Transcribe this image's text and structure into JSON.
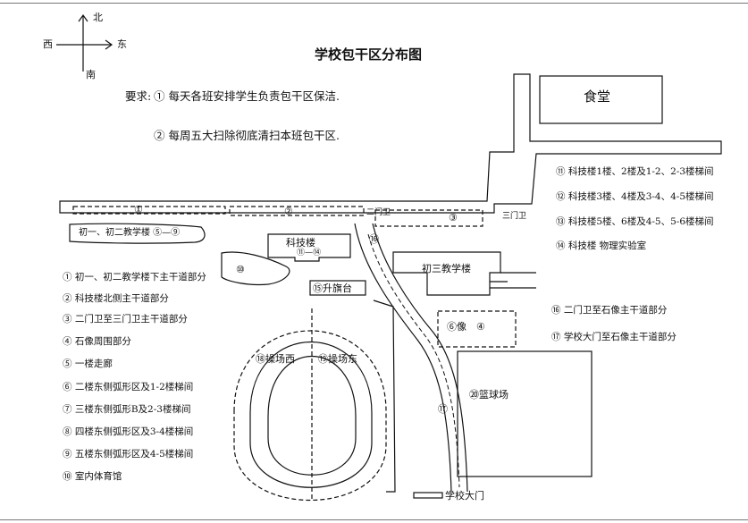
{
  "title": "学校包干区分布图",
  "compass": {
    "north": "北",
    "south": "南",
    "east": "东",
    "west": "西"
  },
  "requirements": {
    "prefix": "要求:",
    "item1": "① 每天各班安排学生负责包干区保洁.",
    "item2": "② 每周五大扫除彻底清扫本班包干区."
  },
  "legend_left": [
    "① 初一、初二教学楼下主干道部分",
    "② 科技楼北侧主干道部分",
    "③ 二门卫至三门卫主干道部分",
    "④ 石像周围部分",
    "⑤ 一楼走廊",
    "⑥ 二楼东侧弧形区及1-2楼梯间",
    "⑦ 三楼东侧弧形B及2-3楼梯间",
    "⑧ 四楼东侧弧形区及3-4楼梯间",
    "⑨ 五楼东侧弧形区及4-5楼梯间",
    "⑩ 室内体育馆"
  ],
  "legend_right_top": [
    "⑪ 科技楼1楼、2楼及1-2、2-3楼梯间",
    "⑫ 科技楼3楼、4楼及3-4、4-5楼梯间",
    "⑬ 科技楼5楼、6楼及4-5、5-6楼梯间",
    "⑭ 科技楼 物理实验室"
  ],
  "legend_right_mid": [
    "⑯ 二门卫至石像主干道部分",
    "⑰ 学校大门至石像主干道部分"
  ],
  "map_labels": {
    "canteen": "食堂",
    "tech_building": "科技楼",
    "tech_range": "⑪—⑭",
    "teaching_building_12": "初一、初二教学楼 ⑤—⑨",
    "teaching_building_3": "初三教学楼",
    "gym_10": "⑩",
    "flag_platform": "⑮升旗台",
    "field_west": "⑱操场西",
    "field_east": "⑲操场东",
    "basketball": "⑳篮球场",
    "statue": "⑥像",
    "statue_area": "④",
    "zone1": "①",
    "zone2": "②",
    "zone3": "③",
    "gate2": "二门卫",
    "gate3": "三门卫",
    "zone16": "⑯",
    "zone17": "⑰",
    "main_gate": "学校大门"
  }
}
